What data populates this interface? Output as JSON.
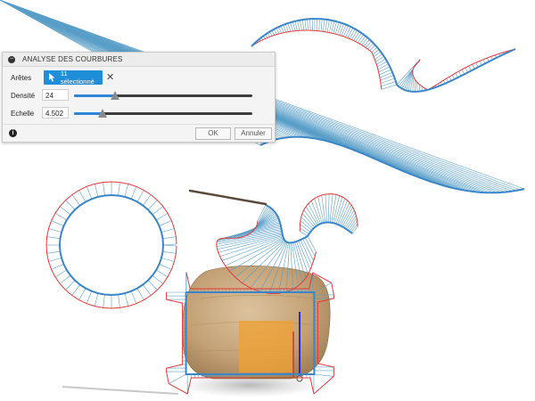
{
  "panel": {
    "title": "ANALYSE DES COURBURES",
    "edges_label": "Arêtes",
    "selection_label": "11 sélectionné",
    "density_label": "Densité",
    "density_value": "24",
    "density_fraction": 0.23,
    "scale_label": "Echelle",
    "scale_value": "4.502",
    "scale_fraction": 0.16,
    "ok_label": "OK",
    "cancel_label": "Annuler"
  },
  "colors": {
    "accent": "#1e8ed8",
    "curve": "#3a86c8",
    "comb": "#5a9fc8",
    "envelope": "#e23a3a",
    "wood": "#c7a57a",
    "highlight": "#f0a030"
  },
  "icons": {
    "collapse": "minus-circle-icon",
    "cursor": "cursor-arrow-icon",
    "clear": "close-icon",
    "info": "info-icon"
  }
}
